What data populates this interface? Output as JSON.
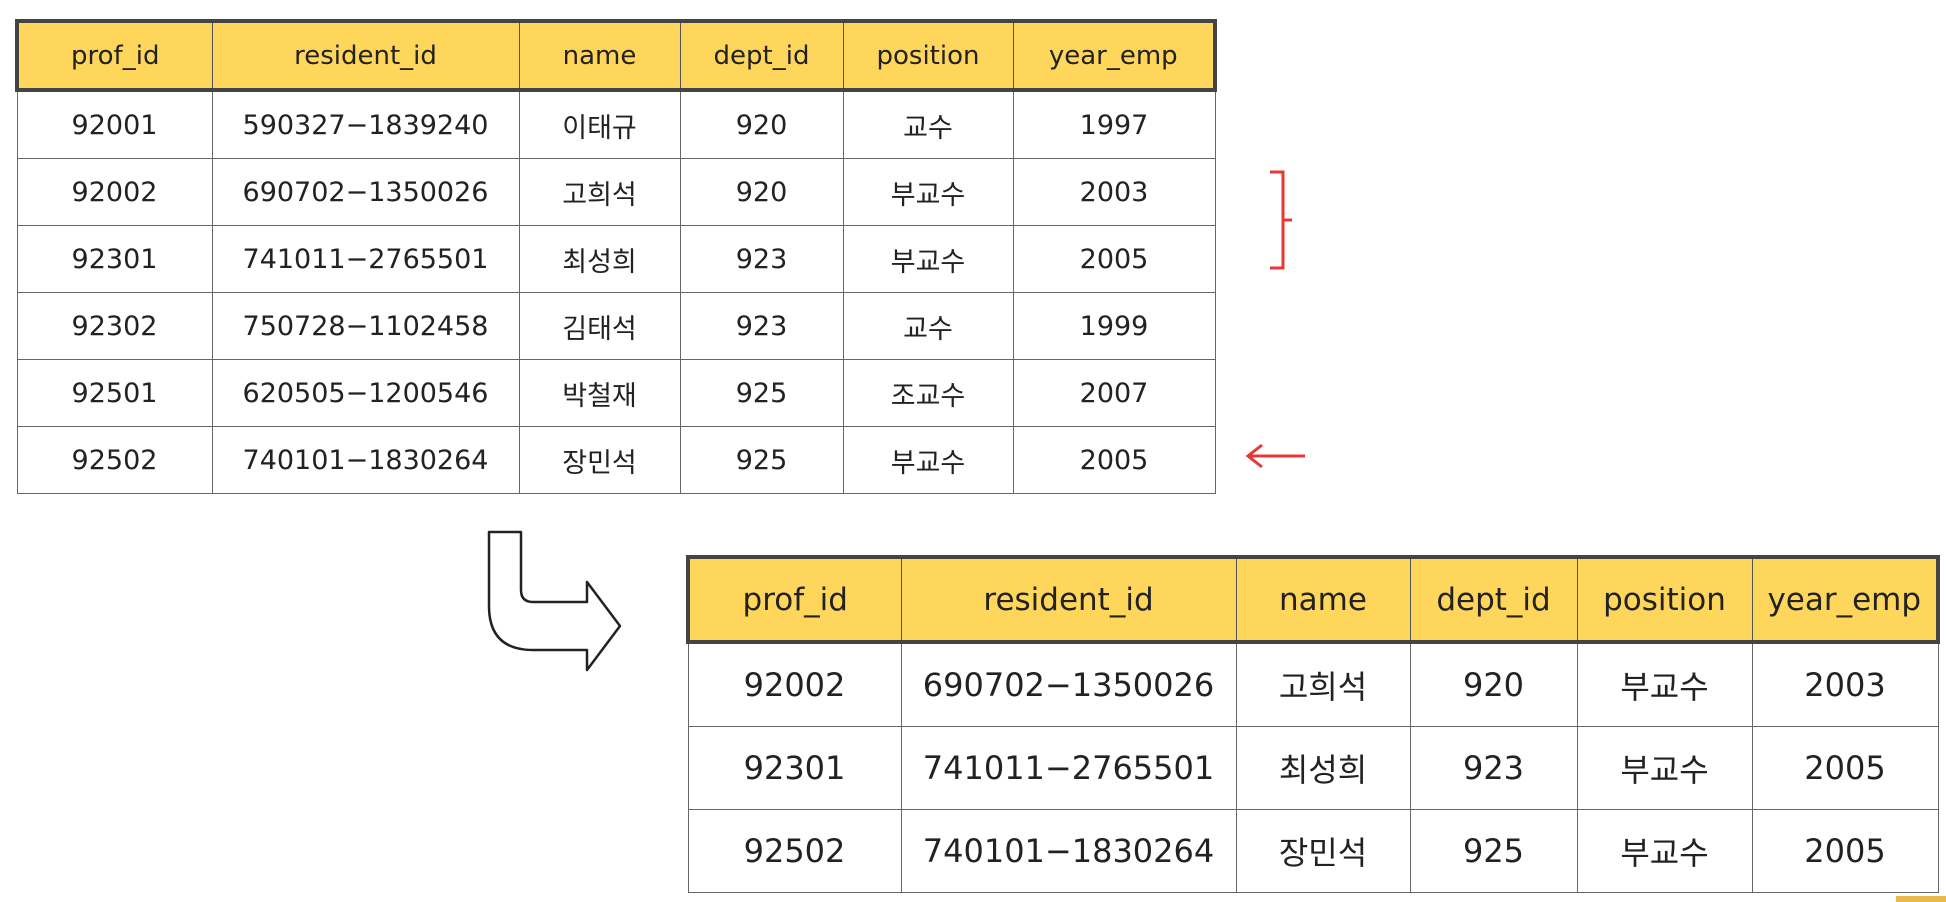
{
  "source_table": {
    "columns": [
      "prof_id",
      "resident_id",
      "name",
      "dept_id",
      "position",
      "year_emp"
    ],
    "rows": [
      [
        "92001",
        "590327−1839240",
        "이태규",
        "920",
        "교수",
        "1997"
      ],
      [
        "92002",
        "690702−1350026",
        "고희석",
        "920",
        "부교수",
        "2003"
      ],
      [
        "92301",
        "741011−2765501",
        "최성희",
        "923",
        "부교수",
        "2005"
      ],
      [
        "92302",
        "750728−1102458",
        "김태석",
        "923",
        "교수",
        "1999"
      ],
      [
        "92501",
        "620505−1200546",
        "박철재",
        "925",
        "조교수",
        "2007"
      ],
      [
        "92502",
        "740101−1830264",
        "장민석",
        "925",
        "부교수",
        "2005"
      ]
    ]
  },
  "result_table": {
    "columns": [
      "prof_id",
      "resident_id",
      "name",
      "dept_id",
      "position",
      "year_emp"
    ],
    "rows": [
      [
        "92002",
        "690702−1350026",
        "고희석",
        "920",
        "부교수",
        "2003"
      ],
      [
        "92301",
        "741011−2765501",
        "최성희",
        "923",
        "부교수",
        "2005"
      ],
      [
        "92502",
        "740101−1830264",
        "장민석",
        "925",
        "부교수",
        "2005"
      ]
    ]
  },
  "colors": {
    "header_fill": "#ffd65c",
    "marker_red": "#e53935",
    "corner_accent": "#e8b84a"
  }
}
